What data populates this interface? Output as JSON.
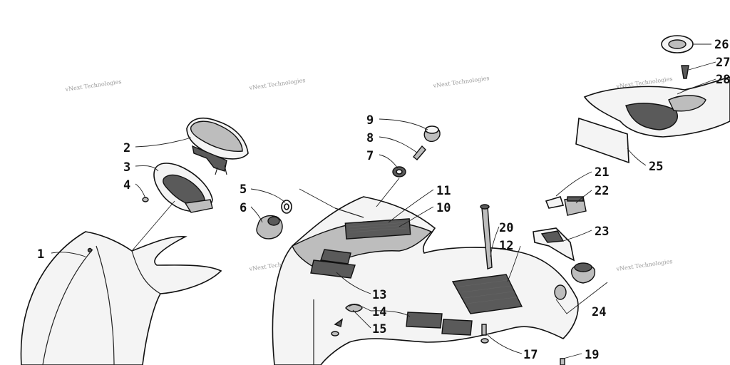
{
  "watermark": {
    "text": "vNext Technologies"
  },
  "callouts": [
    {
      "id": "1",
      "label": "1"
    },
    {
      "id": "2",
      "label": "2"
    },
    {
      "id": "3",
      "label": "3"
    },
    {
      "id": "4",
      "label": "4"
    },
    {
      "id": "5",
      "label": "5"
    },
    {
      "id": "6",
      "label": "6"
    },
    {
      "id": "7",
      "label": "7"
    },
    {
      "id": "8",
      "label": "8"
    },
    {
      "id": "9",
      "label": "9"
    },
    {
      "id": "10",
      "label": "10"
    },
    {
      "id": "11",
      "label": "11"
    },
    {
      "id": "12",
      "label": "12"
    },
    {
      "id": "13",
      "label": "13"
    },
    {
      "id": "14",
      "label": "14"
    },
    {
      "id": "15",
      "label": "15"
    },
    {
      "id": "17",
      "label": "17"
    },
    {
      "id": "19",
      "label": "19"
    },
    {
      "id": "20",
      "label": "20"
    },
    {
      "id": "21",
      "label": "21"
    },
    {
      "id": "22",
      "label": "22"
    },
    {
      "id": "23",
      "label": "23"
    },
    {
      "id": "24",
      "label": "24"
    },
    {
      "id": "25",
      "label": "25"
    },
    {
      "id": "26",
      "label": "26"
    },
    {
      "id": "27",
      "label": "27"
    },
    {
      "id": "28",
      "label": "28"
    }
  ]
}
